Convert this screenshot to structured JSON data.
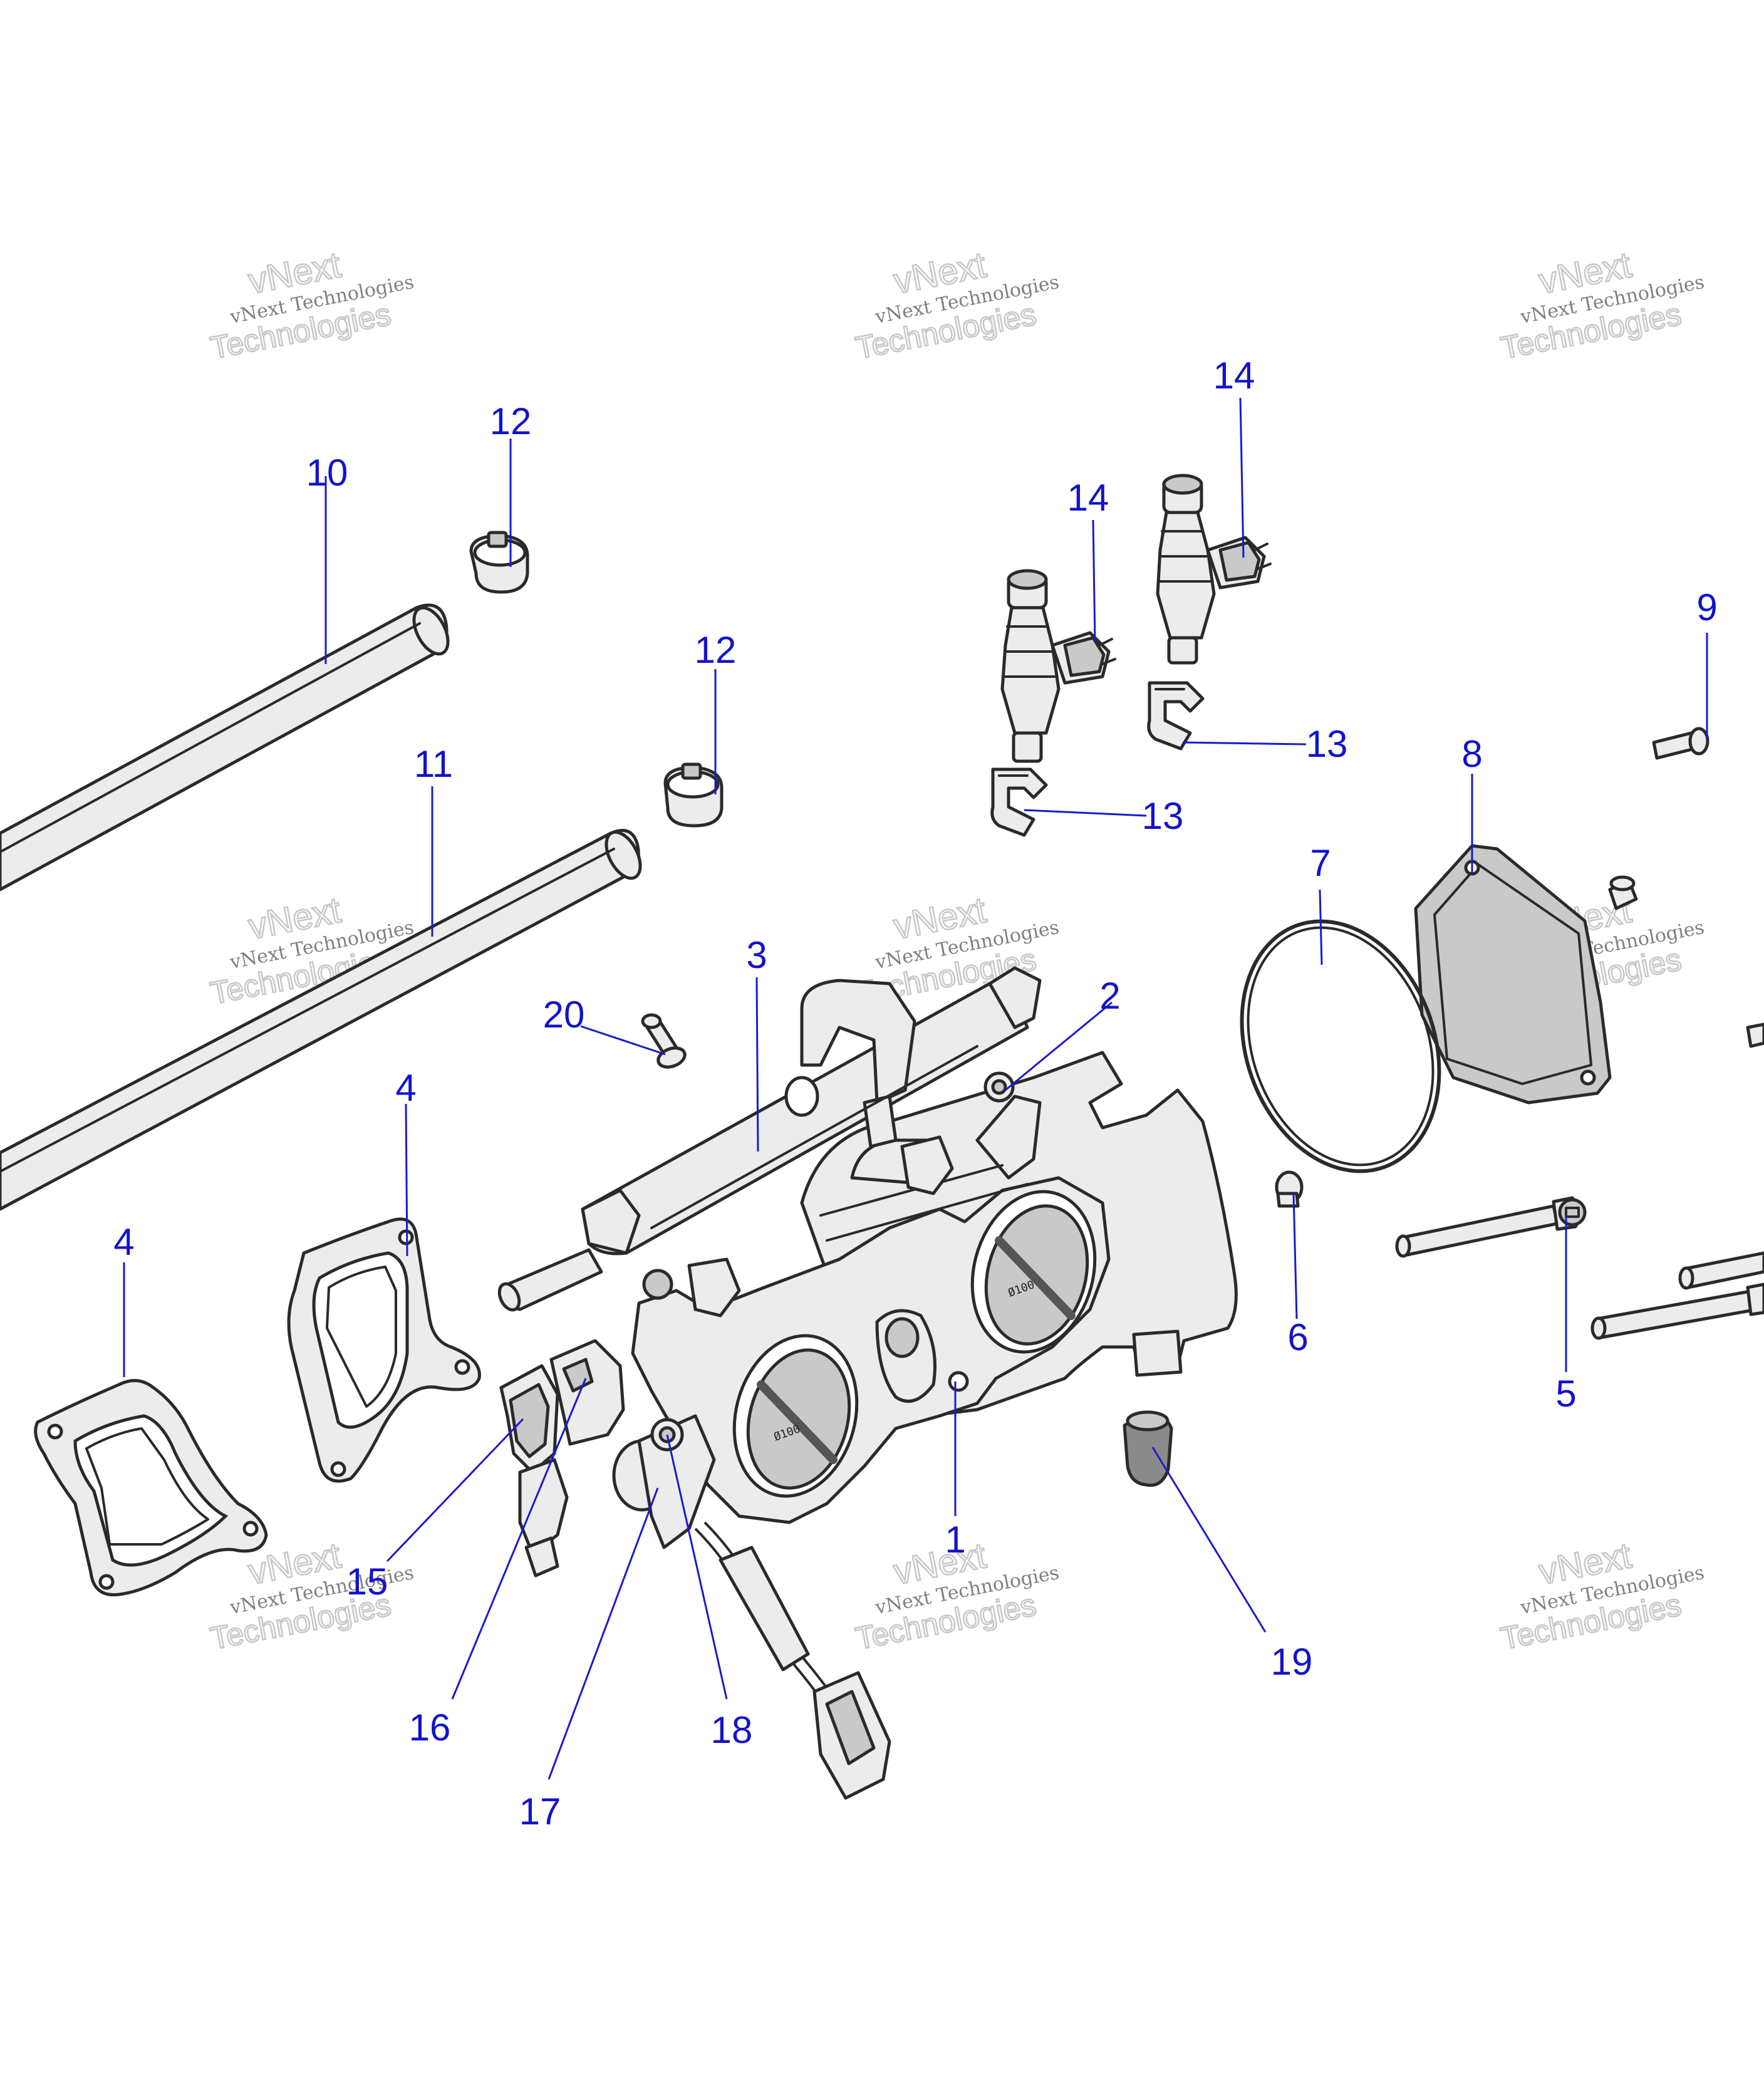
{
  "watermark": {
    "line1": "vNext",
    "line2": "Technologies",
    "small": "vNext Technologies"
  },
  "callouts": [
    {
      "id": "1",
      "label": "1"
    },
    {
      "id": "2",
      "label": "2"
    },
    {
      "id": "3",
      "label": "3"
    },
    {
      "id": "4a",
      "label": "4"
    },
    {
      "id": "4b",
      "label": "4"
    },
    {
      "id": "5",
      "label": "5"
    },
    {
      "id": "6",
      "label": "6"
    },
    {
      "id": "7",
      "label": "7"
    },
    {
      "id": "8",
      "label": "8"
    },
    {
      "id": "9",
      "label": "9"
    },
    {
      "id": "10",
      "label": "10"
    },
    {
      "id": "11",
      "label": "11"
    },
    {
      "id": "12a",
      "label": "12"
    },
    {
      "id": "12b",
      "label": "12"
    },
    {
      "id": "13a",
      "label": "13"
    },
    {
      "id": "13b",
      "label": "13"
    },
    {
      "id": "14a",
      "label": "14"
    },
    {
      "id": "14b",
      "label": "14"
    },
    {
      "id": "15",
      "label": "15"
    },
    {
      "id": "16",
      "label": "16"
    },
    {
      "id": "17",
      "label": "17"
    },
    {
      "id": "18",
      "label": "18"
    },
    {
      "id": "19",
      "label": "19"
    },
    {
      "id": "20",
      "label": "20"
    }
  ],
  "body_marking": "Ø100",
  "colors": {
    "callout": "#1212cc",
    "leader": "#1a1ad0",
    "line_art": "#2a2a2a"
  }
}
